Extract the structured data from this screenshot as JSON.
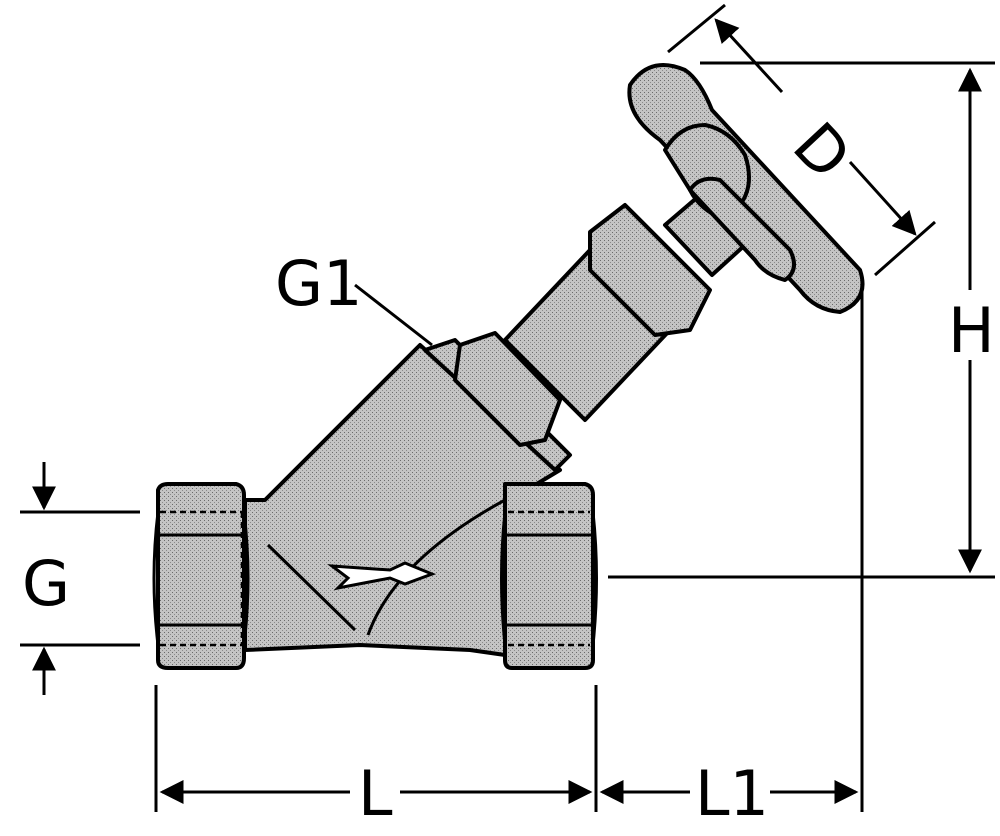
{
  "diagram": {
    "labels": {
      "g": "G",
      "g1": "G1",
      "l": "L",
      "l1": "L1",
      "h": "H",
      "d": "D"
    },
    "colors": {
      "stroke": "#000000",
      "fill": "#b8b8b8",
      "background": "#ffffff"
    }
  }
}
